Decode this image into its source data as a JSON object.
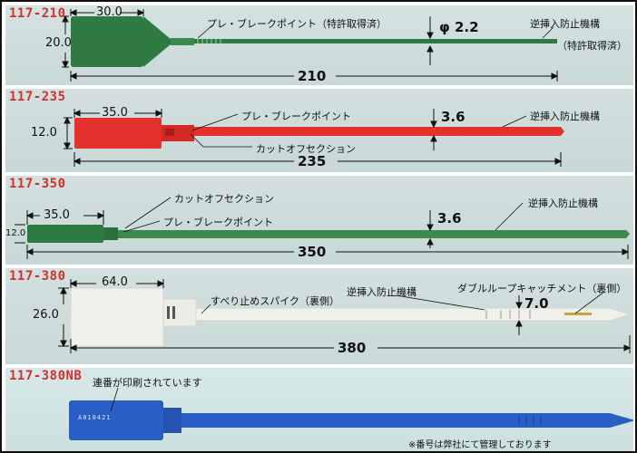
{
  "colors": {
    "green": "#2f7a43",
    "red": "#e3312b",
    "white": "#f1f1ec",
    "blue": "#2a5ec4"
  },
  "panels": [
    {
      "code": "117-210",
      "head_width": "30.0",
      "head_height": "20.0",
      "total_length": "210",
      "diameter": "φ 2.2",
      "labels": {
        "break_point": "プレ・ブレークポイント（特許取得済）",
        "reverse_lock": "逆挿入防止機構",
        "patent": "（特許取得済）"
      }
    },
    {
      "code": "117-235",
      "head_width": "35.0",
      "head_height": "12.0",
      "total_length": "235",
      "thickness": "3.6",
      "labels": {
        "break_point": "プレ・ブレークポイント",
        "cut_off": "カットオフセクション",
        "reverse_lock": "逆挿入防止機構"
      }
    },
    {
      "code": "117-350",
      "head_width": "35.0",
      "head_height": "12.0",
      "total_length": "350",
      "thickness": "3.6",
      "labels": {
        "cut_off": "カットオフセクション",
        "break_point": "プレ・ブレークポイント",
        "reverse_lock": "逆挿入防止機構"
      }
    },
    {
      "code": "117-380",
      "head_width": "64.0",
      "head_height": "26.0",
      "total_length": "380",
      "thickness": "7.0",
      "labels": {
        "spike": "すべり止めスパイク（裏側）",
        "reverse_lock": "逆挿入防止機構",
        "double_loop": "ダブルループキャッチメント（裏側）"
      }
    },
    {
      "code": "117-380NB",
      "serial_sample": "A010421",
      "labels": {
        "serial_printed": "連番が印刷されています",
        "note": "※番号は弊社にて管理しております"
      }
    }
  ]
}
